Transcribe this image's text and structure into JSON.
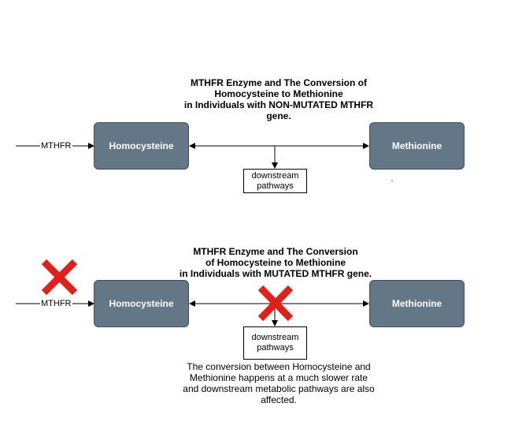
{
  "diagram_top": {
    "title": "MTHFR Enzyme and The Conversion of\nHomocysteine to Methionine\nin Individuals with NON-MUTATED MTHFR\ngene.",
    "input_label": "MTHFR",
    "node_left": "Homocysteine",
    "node_right": "Methionine",
    "sub_node": "downstream\npathways"
  },
  "diagram_bottom": {
    "title": "MTHFR Enzyme and The Conversion\nof Homocysteine to Methionine\nin Individuals with MUTATED MTHFR gene.",
    "input_label": "MTHFR",
    "node_left": "Homocysteine",
    "node_right": "Methionine",
    "sub_node": "downstream\npathways",
    "note": "The conversion between  Homocysteine and\nMethionine happens at a much slower rate\nand downstream metabolic pathways are also\naffected."
  },
  "colors": {
    "node_fill": "#637787",
    "cross": "#e0201b"
  }
}
